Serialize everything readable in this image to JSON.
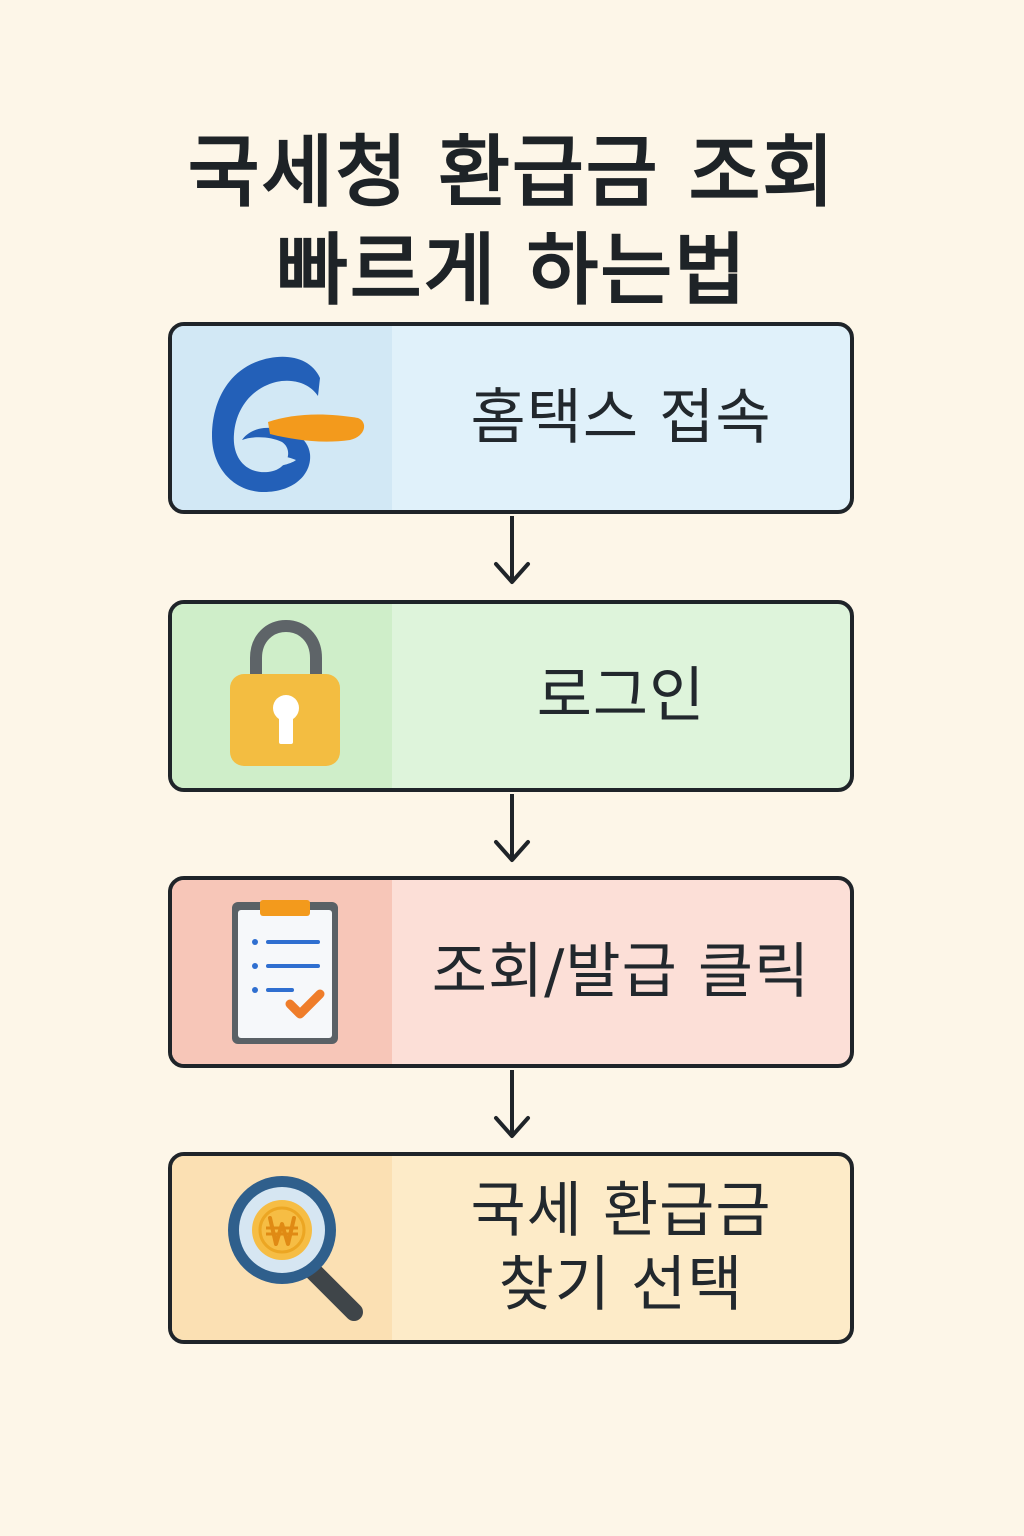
{
  "title": {
    "line1": "국세청 환급금 조회",
    "line2": "빠르게 하는법"
  },
  "steps": [
    {
      "label_lines": [
        "홈택스 접속"
      ],
      "icon": "hometax-logo-icon",
      "panel_color": "#d2e8f5",
      "box_color": "#e0f1fa"
    },
    {
      "label_lines": [
        "로그인"
      ],
      "icon": "padlock-icon",
      "panel_color": "#cfeec9",
      "box_color": "#def4db"
    },
    {
      "label_lines": [
        "조회/발급 클릭"
      ],
      "icon": "clipboard-checklist-icon",
      "panel_color": "#f7c6b8",
      "box_color": "#fcdfd7"
    },
    {
      "label_lines": [
        "국세 환급금",
        "찾기 선택"
      ],
      "icon": "magnifier-won-coin-icon",
      "panel_color": "#fbe0b3",
      "box_color": "#fdebc8"
    }
  ],
  "colors": {
    "background": "#fdf6e8",
    "outline": "#1f2429",
    "hometax_blue": "#2360b8",
    "hometax_orange": "#f39a1c",
    "lock_gold": "#f3bd41",
    "check_orange": "#ef7d2a",
    "list_blue": "#2f6fd0"
  }
}
